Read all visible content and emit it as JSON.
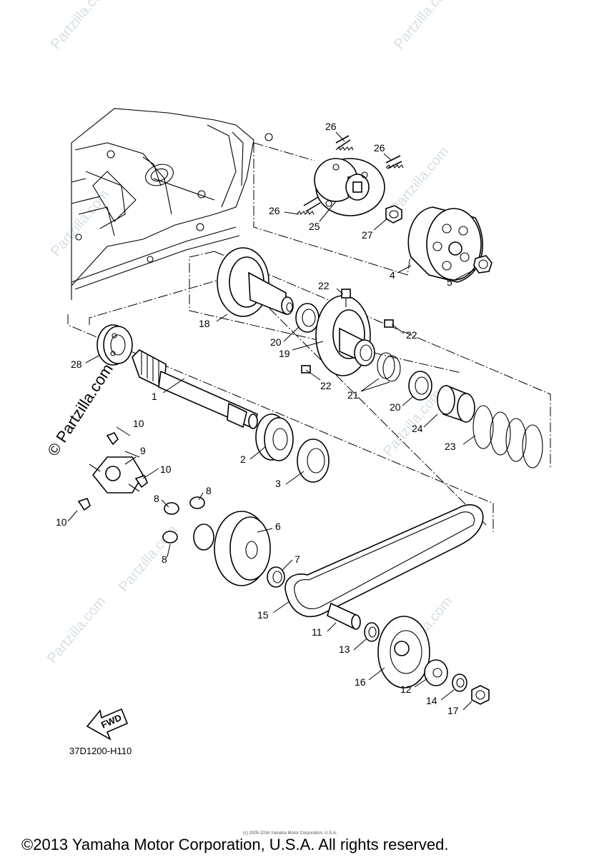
{
  "diagram": {
    "code": "37D1200-H110",
    "fwd_label": "FWD",
    "copyright": "©2013 Yamaha Motor Corporation, U.S.A. All rights reserved.",
    "small_copyright": "(c) 2005-2016 Yamaha Motor Corporation, U.S.A.",
    "watermark": "© Partzilla.com",
    "watermark_short": "Partzilla.com"
  },
  "callouts": [
    "26",
    "26",
    "26",
    "25",
    "27",
    "4",
    "5",
    "22",
    "22",
    "22",
    "18",
    "20",
    "19",
    "21",
    "20",
    "24",
    "23",
    "28",
    "1",
    "10",
    "9",
    "10",
    "10",
    "2",
    "3",
    "8",
    "8",
    "8",
    "6",
    "7",
    "15",
    "11",
    "13",
    "16",
    "12",
    "14",
    "17"
  ]
}
